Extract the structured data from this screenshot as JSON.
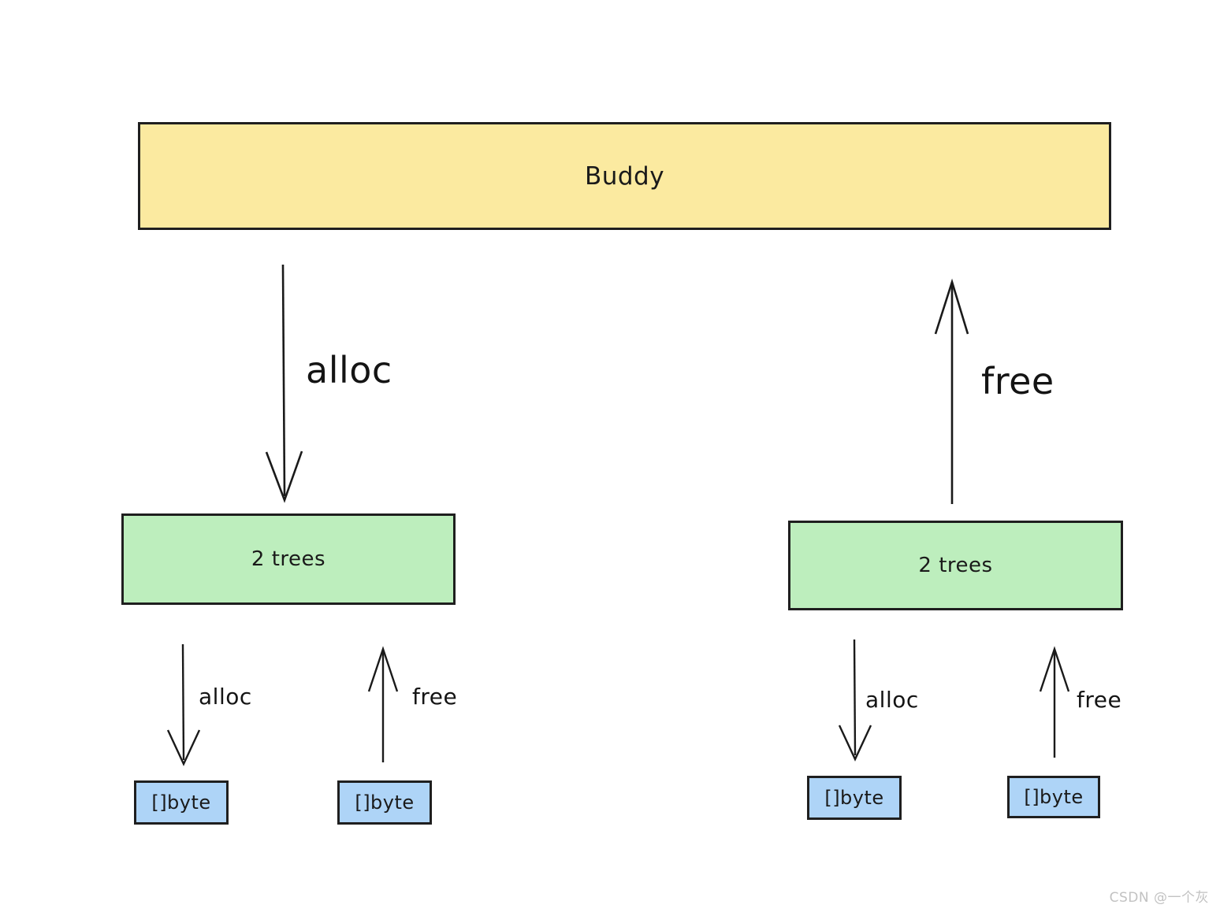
{
  "diagram": {
    "title_node": {
      "label": "Buddy",
      "fill": "#fbeaa0",
      "stroke": "#1f1f1f"
    },
    "mid_nodes": [
      {
        "label": "2 trees",
        "fill": "#bdeebd",
        "stroke": "#1f1f1f"
      },
      {
        "label": "2 trees",
        "fill": "#bdeebd",
        "stroke": "#1f1f1f"
      }
    ],
    "leaf_nodes": [
      {
        "label": "[]byte",
        "fill": "#aed4f7",
        "stroke": "#1f1f1f"
      },
      {
        "label": "[]byte",
        "fill": "#aed4f7",
        "stroke": "#1f1f1f"
      },
      {
        "label": "[]byte",
        "fill": "#aed4f7",
        "stroke": "#1f1f1f"
      },
      {
        "label": "[]byte",
        "fill": "#aed4f7",
        "stroke": "#1f1f1f"
      }
    ],
    "edges": {
      "buddy_to_trees_alloc": "alloc",
      "trees_to_buddy_free": "free",
      "trees_left_to_byte_alloc": "alloc",
      "byte_to_trees_left_free": "free",
      "trees_right_to_byte_alloc": "alloc",
      "byte_to_trees_right_free": "free"
    },
    "watermark": "CSDN @一个灰",
    "background": "#ffffff"
  }
}
